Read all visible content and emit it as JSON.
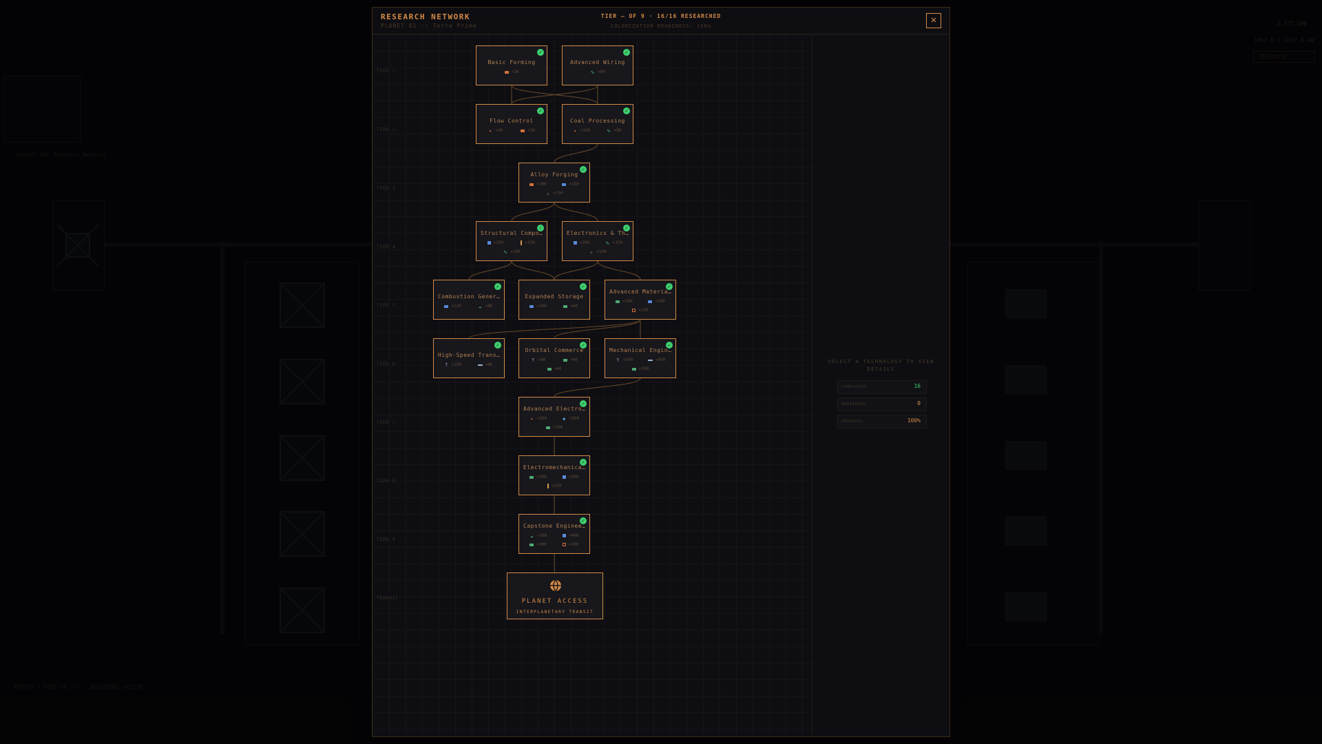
{
  "modal": {
    "title": "RESEARCH NETWORK",
    "subtitle": "PLANET 01 :: Terra Prime",
    "status": "TIER — OF 9  ·  16/16 RESEARCHED",
    "readiness": "COLONIZATION READINESS: 100%",
    "close_label": "✕"
  },
  "tiers": [
    "TIER 1",
    "TIER 2",
    "TIER 3",
    "TIER 4",
    "TIER 5",
    "TIER 6",
    "TIER 7",
    "TIER 8",
    "TIER 9",
    "TRANSIT"
  ],
  "nodes": [
    {
      "name": "Basic Forming",
      "costs": [
        {
          "icon": "bar",
          "amount": "×30"
        }
      ]
    },
    {
      "name": "Advanced Wiring",
      "costs": [
        {
          "icon": "wave",
          "amount": "×60"
        }
      ]
    },
    {
      "name": "Flow Control",
      "costs": [
        {
          "icon": "gear",
          "amount": "×60"
        },
        {
          "icon": "bar",
          "amount": "×50"
        }
      ]
    },
    {
      "name": "Coal Processing",
      "costs": [
        {
          "icon": "gear",
          "amount": "×100"
        },
        {
          "icon": "wave",
          "amount": "×80"
        }
      ]
    },
    {
      "name": "Alloy Forging",
      "costs": [
        {
          "icon": "bar",
          "amount": "×200"
        },
        {
          "icon": "chip",
          "amount": "×150"
        },
        {
          "icon": "tri",
          "amount": "×150"
        }
      ]
    },
    {
      "name": "Structural Components",
      "costs": [
        {
          "icon": "battery",
          "amount": "×250"
        },
        {
          "icon": "rod",
          "amount": "×150"
        },
        {
          "icon": "wave",
          "amount": "×100"
        }
      ]
    },
    {
      "name": "Electronics & Thermal",
      "costs": [
        {
          "icon": "battery",
          "amount": "×200"
        },
        {
          "icon": "wave",
          "amount": "×150"
        },
        {
          "icon": "tri",
          "amount": "×100"
        }
      ]
    },
    {
      "name": "Combustion Generators",
      "costs": [
        {
          "icon": "chip",
          "amount": "×120"
        },
        {
          "icon": "cloud",
          "amount": "×80"
        }
      ]
    },
    {
      "name": "Expanded Storage",
      "costs": [
        {
          "icon": "chip",
          "amount": "×100"
        },
        {
          "icon": "crate",
          "amount": "×60"
        }
      ]
    },
    {
      "name": "Advanced Materials",
      "costs": [
        {
          "icon": "crate",
          "amount": "×300"
        },
        {
          "icon": "chip",
          "amount": "×200"
        },
        {
          "icon": "frame",
          "amount": "×100"
        }
      ]
    },
    {
      "name": "High-Speed Transport",
      "costs": [
        {
          "icon": "anvil",
          "amount": "×100"
        },
        {
          "icon": "pipe",
          "amount": "×80"
        }
      ]
    },
    {
      "name": "Orbital Commerce",
      "costs": [
        {
          "icon": "anvil",
          "amount": "×80"
        },
        {
          "icon": "crate",
          "amount": "×60"
        },
        {
          "icon": "crate",
          "amount": "×40"
        }
      ]
    },
    {
      "name": "Mechanical Engineering",
      "costs": [
        {
          "icon": "anvil",
          "amount": "×500"
        },
        {
          "icon": "pipe",
          "amount": "×400"
        },
        {
          "icon": "crate",
          "amount": "×300"
        }
      ]
    },
    {
      "name": "Advanced Electronics",
      "costs": [
        {
          "icon": "gear",
          "amount": "×500"
        },
        {
          "icon": "diamond",
          "amount": "×500"
        },
        {
          "icon": "crate",
          "amount": "×300"
        }
      ]
    },
    {
      "name": "Electromechanical",
      "costs": [
        {
          "icon": "crate",
          "amount": "×200"
        },
        {
          "icon": "battery",
          "amount": "×200"
        },
        {
          "icon": "rod",
          "amount": "×250"
        }
      ]
    },
    {
      "name": "Capstone Engineering",
      "costs": [
        {
          "icon": "cloud",
          "amount": "×100"
        },
        {
          "icon": "battery",
          "amount": "×400"
        },
        {
          "icon": "crate",
          "amount": "×300"
        },
        {
          "icon": "frame",
          "amount": "×200"
        }
      ]
    }
  ],
  "planet": {
    "title": "PLANET ACCESS",
    "subtitle": "INTERPLANETARY TRANSIT"
  },
  "side": {
    "prompt": "SELECT A TECHNOLOGY TO VIEW DETAILS",
    "stats": [
      {
        "label": "COMPLETED",
        "value": "16",
        "color": "#3ecf6e"
      },
      {
        "label": "REMAINING",
        "value": "0",
        "color": "#d48a45"
      },
      {
        "label": "PROGRESS",
        "value": "100%",
        "color": "#d48a45"
      }
    ]
  },
  "background": {
    "currency": "3,177,500",
    "power": "1862.0 / 4317.9 kW",
    "research_button": "RESEARCH",
    "hint": "Launch the Research Network",
    "bottom_bar": "PROFIT · RATE ±0 / s · BUILDINGS ACTIVE"
  },
  "colors": {
    "accent": "#d48a45",
    "done": "#3ecf6e",
    "bg": "#0e0e12"
  }
}
